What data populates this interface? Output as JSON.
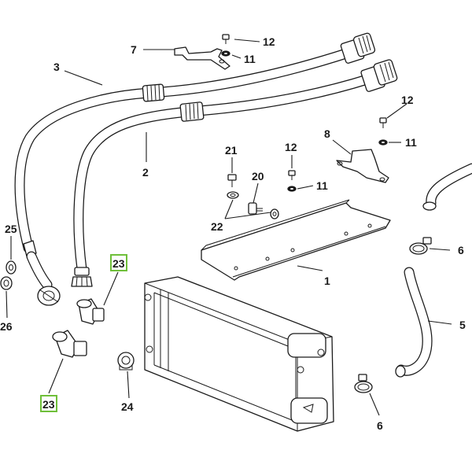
{
  "diagram": {
    "callouts": {
      "c1": "1",
      "c2": "2",
      "c3": "3",
      "c5": "5",
      "c6a": "6",
      "c6b": "6",
      "c7": "7",
      "c8": "8",
      "c11a": "11",
      "c11b": "11",
      "c11c": "11",
      "c12a": "12",
      "c12b": "12",
      "c12c": "12",
      "c20": "20",
      "c21": "21",
      "c22": "22",
      "c23a": "23",
      "c23b": "23",
      "c24": "24",
      "c25": "25",
      "c26": "26"
    },
    "highlight_color": "#6fbf3a"
  }
}
